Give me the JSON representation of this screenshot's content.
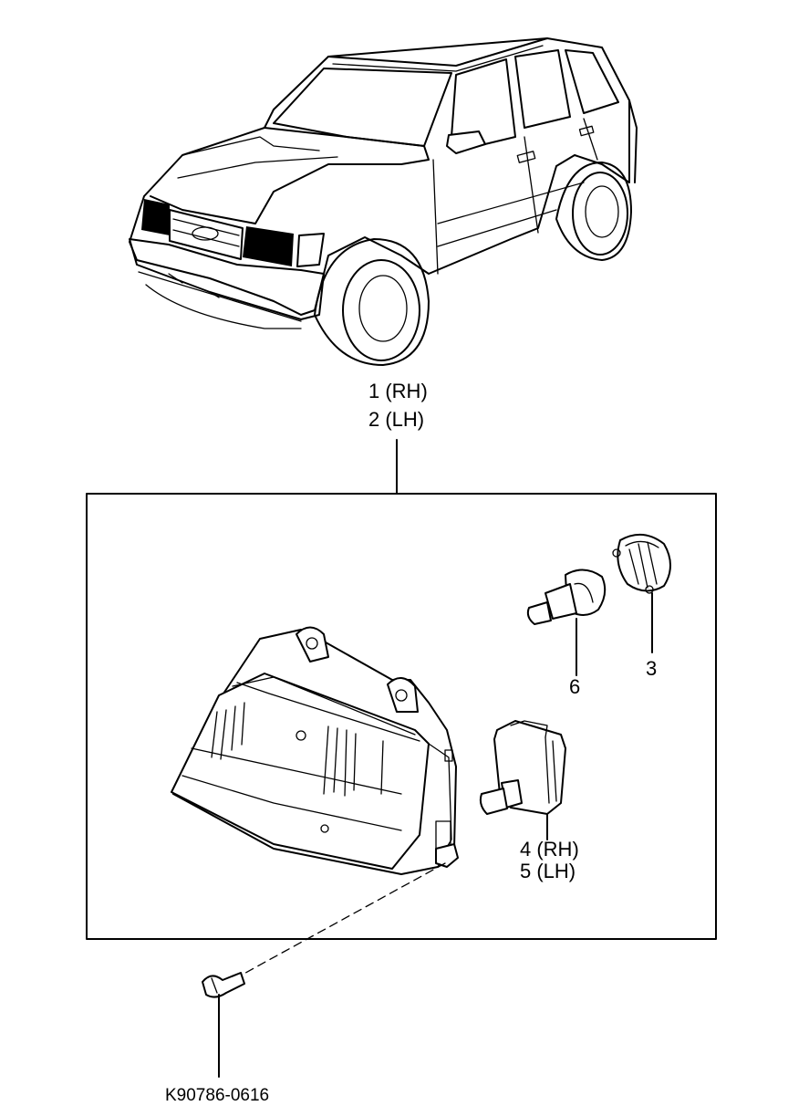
{
  "callouts": {
    "assembly_rh": "1 (RH)",
    "assembly_lh": "2 (LH)",
    "part_3": "3",
    "part_6": "6",
    "bulb_rh": "4 (RH)",
    "bulb_lh": "5 (LH)"
  },
  "reference_code": "K90786-0616"
}
